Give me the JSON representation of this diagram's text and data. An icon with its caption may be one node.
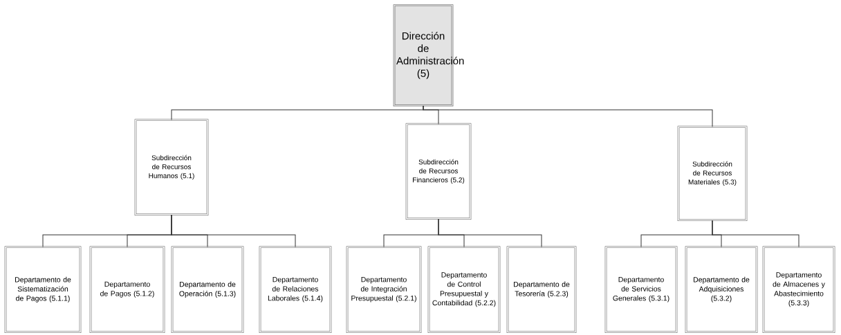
{
  "diagram": {
    "nodes": [
      {
        "text": [
          "Dirección de Administración (5)"
        ]
      },
      {
        "text": [
          "Subdirección de Recursos Humanos (5.1)"
        ]
      },
      {
        "text": [
          "Subdirección de Recursos Financieros (5.2)"
        ]
      },
      {
        "text": [
          "Subdirección de Recursos Materiales (5.3)"
        ]
      },
      {
        "text": [
          "Departamento de Sistematización de Pagos (5.1.1)"
        ]
      },
      {
        "text": [
          "Departamento de Pagos (5.1.2)"
        ]
      },
      {
        "text": [
          "Departamento de Operación (5.1.3)"
        ]
      },
      {
        "text": [
          "Departamento de Relaciones Laborales (5.1.4)"
        ]
      },
      {
        "text": [
          "Departamento de Integración Presupuestal (5.2.1)"
        ]
      },
      {
        "text": [
          "Departamento de Control Presupuestal y Contabilidad (5.2.2)"
        ]
      },
      {
        "text": [
          "Departamento de Tesorería (5.2.3)"
        ]
      },
      {
        "text": [
          "Departamento de Servicios Generales (5.3.1)"
        ]
      },
      {
        "text": [
          "Departamento de Adquisiciones (5.3.2)"
        ]
      },
      {
        "text": [
          "Departamento de Almacenes y Abastecimiento (5.3.3)"
        ]
      }
    ],
    "edges": [
      {
        "from": 0,
        "to": 1,
        "arrow": "none"
      },
      {
        "from": 0,
        "to": 2,
        "arrow": "none"
      },
      {
        "from": 0,
        "to": 3,
        "arrow": "none"
      },
      {
        "from": 1,
        "to": 4,
        "arrow": "none"
      },
      {
        "from": 1,
        "to": 5,
        "arrow": "none"
      },
      {
        "from": 1,
        "to": 6,
        "arrow": "none"
      },
      {
        "from": 1,
        "to": 7,
        "arrow": "none"
      },
      {
        "from": 2,
        "to": 8,
        "arrow": "none"
      },
      {
        "from": 2,
        "to": 9,
        "arrow": "none"
      },
      {
        "from": 2,
        "to": 10,
        "arrow": "none"
      },
      {
        "from": 3,
        "to": 11,
        "arrow": "none"
      },
      {
        "from": 3,
        "to": 12,
        "arrow": "none"
      },
      {
        "from": 3,
        "to": 13,
        "arrow": "none"
      }
    ]
  }
}
